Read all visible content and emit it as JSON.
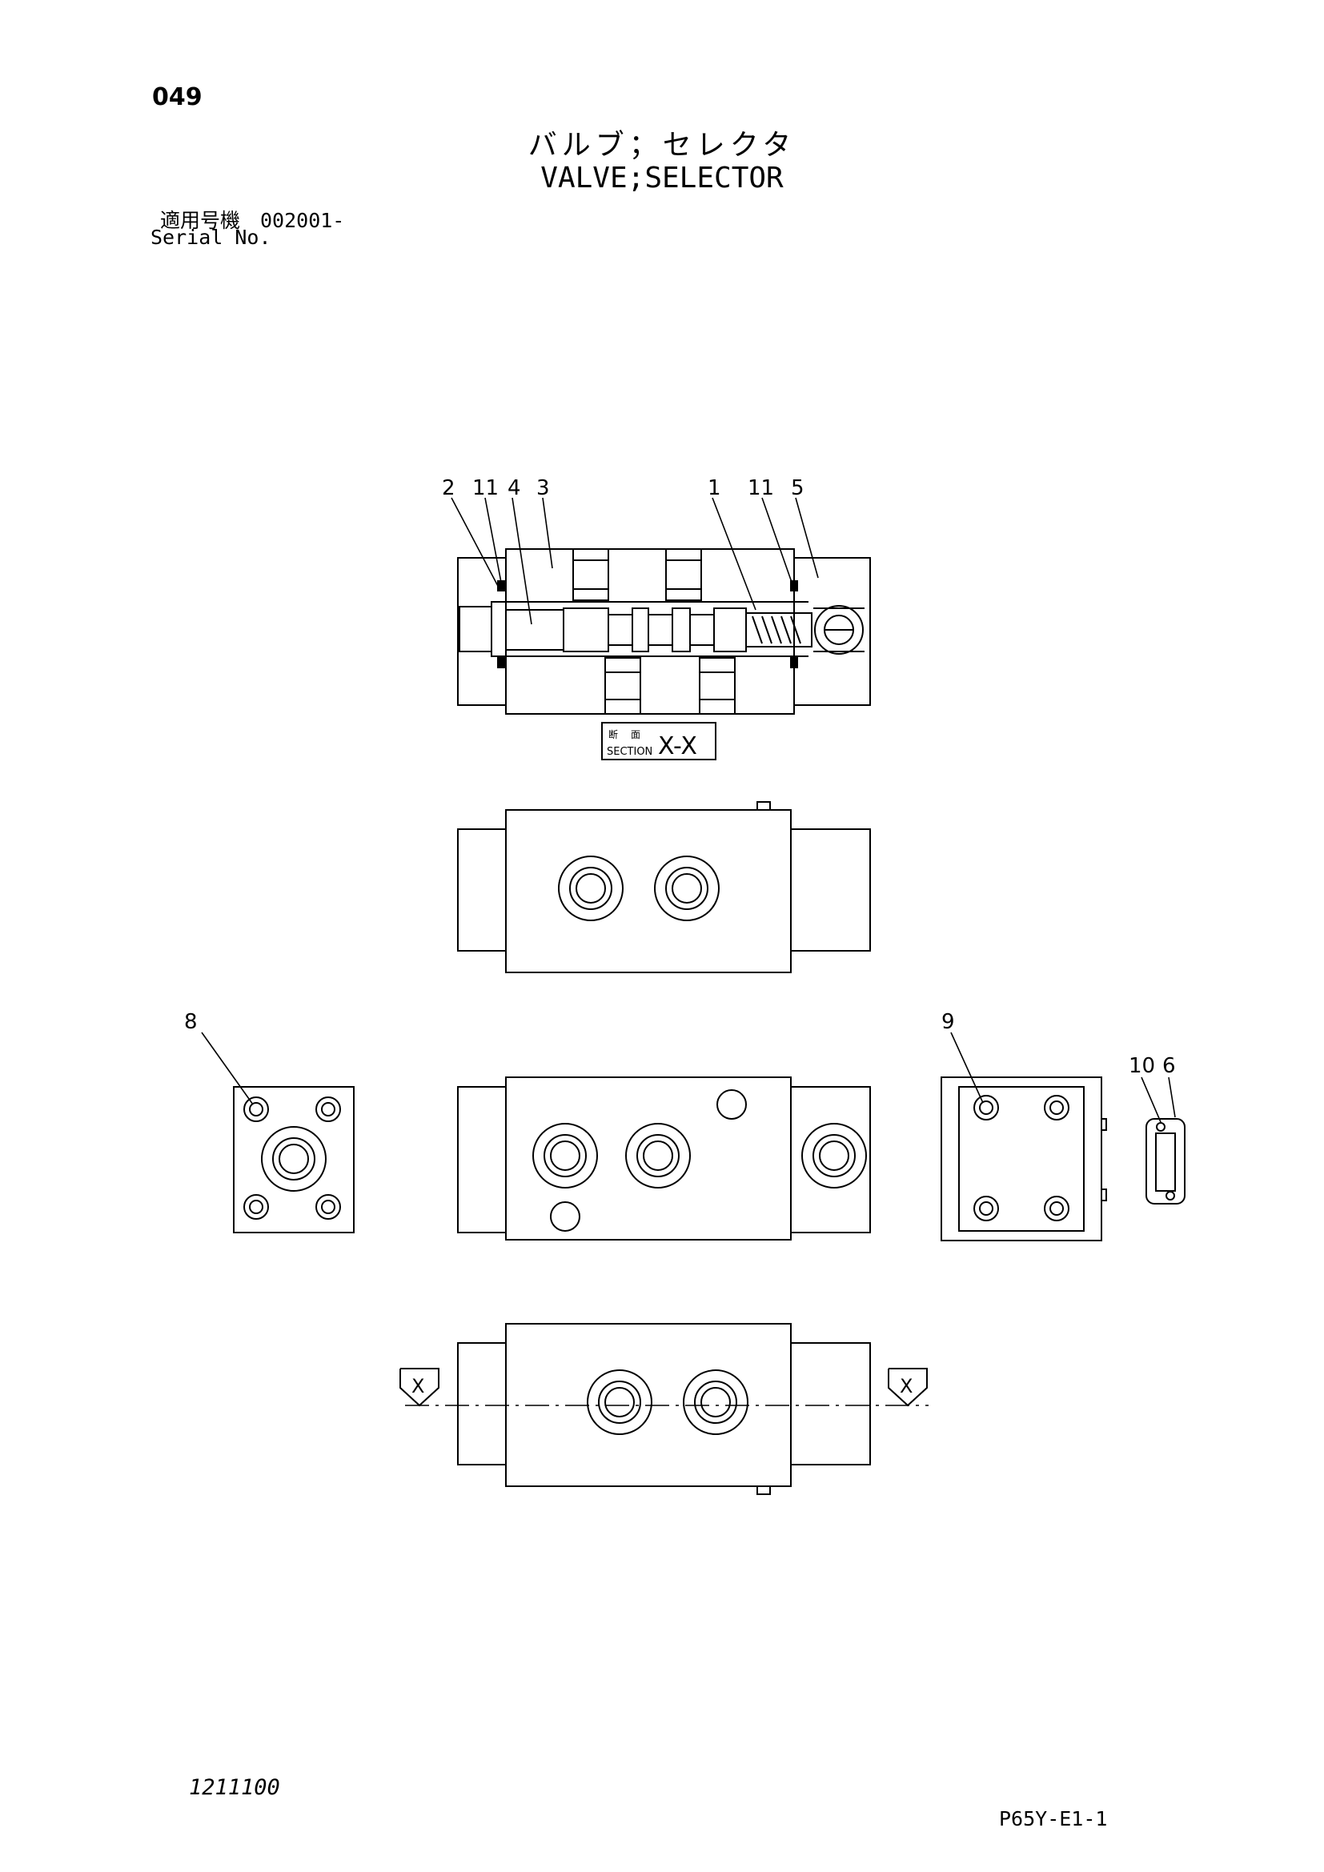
{
  "header": {
    "page_number": "049",
    "title_jp": "バルブ；セレクタ",
    "title_en": "VALVE;SELECTOR",
    "serial_label_jp": "適用号機　002001-",
    "serial_label_en": "Serial No."
  },
  "section": {
    "kanji_1": "断",
    "kanji_2": "面",
    "label": "SECTION",
    "mark": "X-X",
    "arrow_left": "X",
    "arrow_right": "X"
  },
  "callouts": {
    "c2": "2",
    "c11a": "11",
    "c4": "4",
    "c3": "3",
    "c1": "1",
    "c11b": "11",
    "c5": "5",
    "c8": "8",
    "c9": "9",
    "c10": "10",
    "c6": "6"
  },
  "footer": {
    "drawing_number": "1211100",
    "sheet_code": "P65Y-E1-1"
  }
}
